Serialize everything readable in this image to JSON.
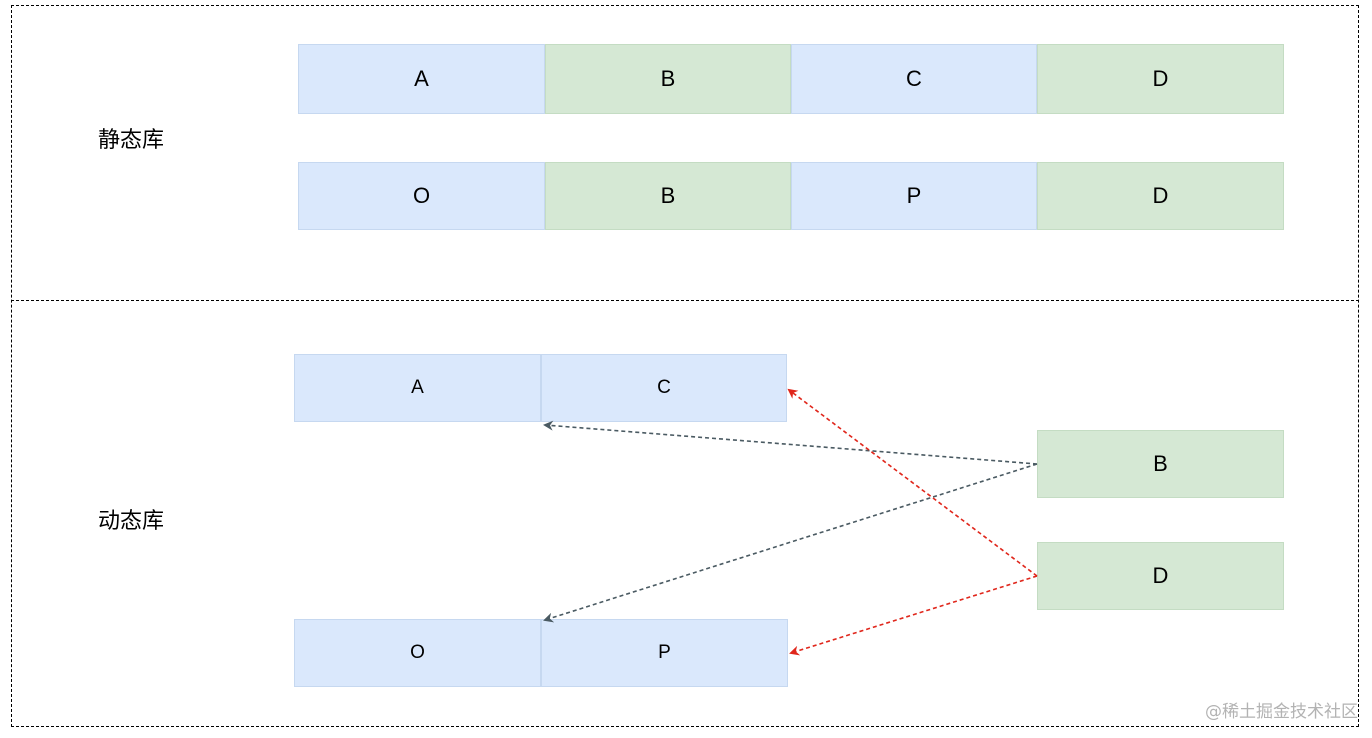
{
  "static_section": {
    "label": "静态库",
    "row1": [
      "A",
      "B",
      "C",
      "D"
    ],
    "row2": [
      "O",
      "B",
      "P",
      "D"
    ]
  },
  "dynamic_section": {
    "label": "动态库",
    "lib_ac": [
      "A",
      "C"
    ],
    "lib_op": [
      "O",
      "P"
    ],
    "shared_b": "B",
    "shared_d": "D"
  },
  "colors": {
    "blue_fill": "#dae8fc",
    "green_fill": "#d5e8d4",
    "arrow_gray": "#4a5a62",
    "arrow_red": "#e0261b"
  },
  "watermark": "@稀土掘金技术社区"
}
